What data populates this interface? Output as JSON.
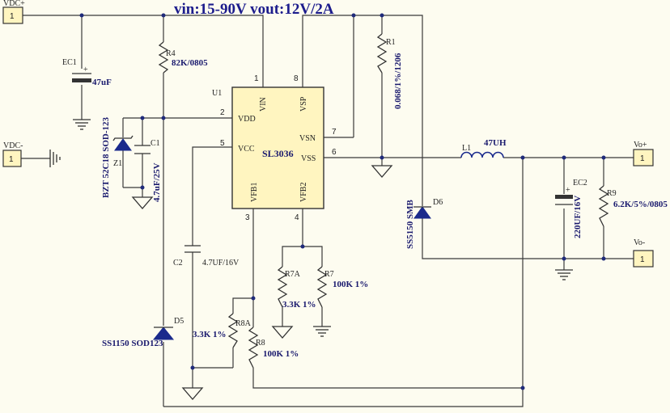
{
  "title": "vin:15-90V vout:12V/2A",
  "connectors": {
    "vdc_plus": {
      "name": "VDC+",
      "pin": "1"
    },
    "vdc_minus": {
      "name": "VDC-",
      "pin": "1"
    },
    "vo_plus": {
      "name": "Vo+",
      "pin": "1"
    },
    "vo_minus": {
      "name": "Vo-",
      "pin": "1"
    }
  },
  "ic": {
    "ref": "U1",
    "part": "SL3036",
    "pins": {
      "vin": "VIN",
      "vdd": "VDD",
      "vcc": "VCC",
      "vfb1": "VFB1",
      "vsp": "VSP",
      "vsn": "VSN",
      "vss": "VSS",
      "vfb2": "VFB2"
    },
    "pin_numbers": {
      "p1": "1",
      "p2": "2",
      "p3": "3",
      "p4": "4",
      "p5": "5",
      "p6": "6",
      "p7": "7",
      "p8": "8"
    }
  },
  "components": {
    "ec1": {
      "ref": "EC1",
      "value": "47uF"
    },
    "r4": {
      "ref": "R4",
      "value": "82K/0805"
    },
    "r1": {
      "ref": "R1",
      "value": "0.068/1%/1206"
    },
    "z1": {
      "ref": "Z1",
      "value": "BZT 52C18 SOD-123"
    },
    "c1": {
      "ref": "C1",
      "value": "4.7uF/25V"
    },
    "c2": {
      "ref": "C2",
      "value": "4.7UF/16V"
    },
    "d5": {
      "ref": "D5",
      "value": "SS1150 SOD123"
    },
    "d6": {
      "ref": "D6",
      "value": "SS5150 SMB"
    },
    "l1": {
      "ref": "L1",
      "value": "47UH"
    },
    "ec2": {
      "ref": "EC2",
      "value": "220UF/16V"
    },
    "r9": {
      "ref": "R9",
      "value": "6.2K/5%/0805"
    },
    "r7a": {
      "ref": "R7A",
      "value": "3.3K 1%"
    },
    "r7": {
      "ref": "R7",
      "value": "100K 1%"
    },
    "r8a": {
      "ref": "R8A",
      "value": "3.3K 1%"
    },
    "r8": {
      "ref": "R8",
      "value": "100K 1%"
    }
  },
  "symbols": {
    "polarity_plus": "+"
  }
}
